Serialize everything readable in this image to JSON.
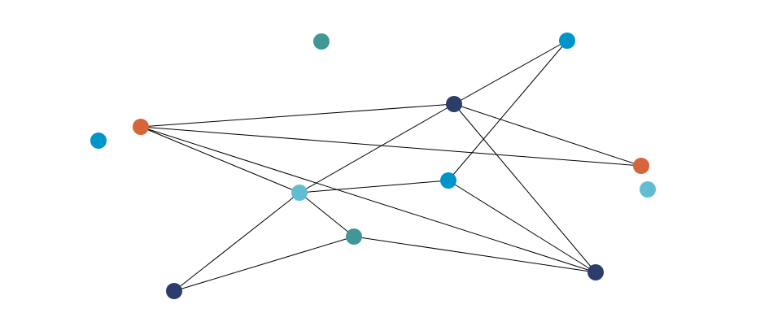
{
  "palette": {
    "navy": "#2b3d6b",
    "blue": "#0095c8",
    "light_blue": "#62bcd2",
    "teal": "#3f9896",
    "orange": "#d8643a",
    "edge": "#000000"
  },
  "nodes": [
    {
      "id": "n1",
      "color": "teal"
    },
    {
      "id": "n2",
      "color": "blue"
    },
    {
      "id": "n3",
      "color": "navy"
    },
    {
      "id": "n4",
      "color": "orange"
    },
    {
      "id": "n5",
      "color": "blue"
    },
    {
      "id": "n6",
      "color": "orange"
    },
    {
      "id": "n7",
      "color": "light_blue"
    },
    {
      "id": "n8",
      "color": "blue"
    },
    {
      "id": "n9",
      "color": "light_blue"
    },
    {
      "id": "n10",
      "color": "teal"
    },
    {
      "id": "n11",
      "color": "navy"
    },
    {
      "id": "n12",
      "color": "navy"
    }
  ],
  "edges": [
    [
      "n4",
      "n3"
    ],
    [
      "n4",
      "n6"
    ],
    [
      "n4",
      "n9"
    ],
    [
      "n4",
      "n12"
    ],
    [
      "n2",
      "n3"
    ],
    [
      "n2",
      "n8"
    ],
    [
      "n3",
      "n6"
    ],
    [
      "n3",
      "n9"
    ],
    [
      "n3",
      "n12"
    ],
    [
      "n9",
      "n8"
    ],
    [
      "n9",
      "n10"
    ],
    [
      "n9",
      "n11"
    ],
    [
      "n8",
      "n12"
    ],
    [
      "n10",
      "n11"
    ],
    [
      "n10",
      "n12"
    ]
  ]
}
